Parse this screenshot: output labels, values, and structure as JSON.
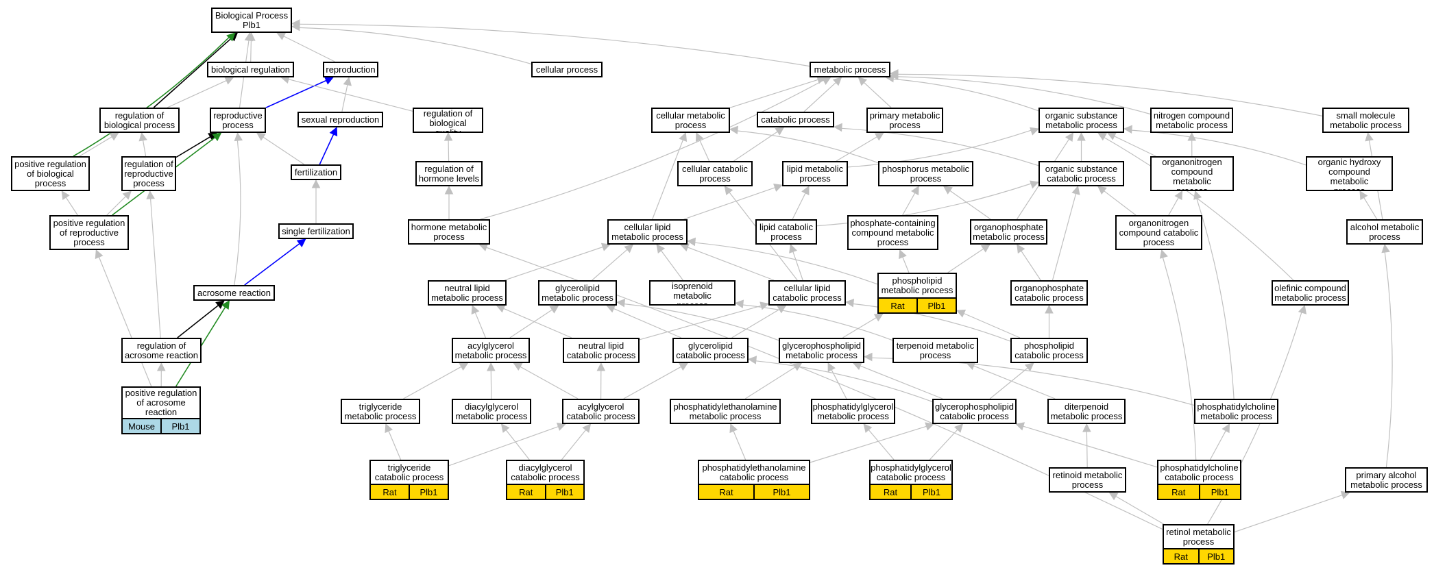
{
  "colors": {
    "edge_default": "#c0c0c0",
    "edge_black": "#000000",
    "edge_blue": "#0000ff",
    "edge_green": "#228b22",
    "badge_rat": "#ffd700",
    "badge_mouse": "#add8e6"
  },
  "nodes": [
    {
      "id": "bp",
      "label": "Biological Process\nPlb1"
    },
    {
      "id": "bioreg",
      "label": "biological regulation"
    },
    {
      "id": "repro",
      "label": "reproduction"
    },
    {
      "id": "cellproc",
      "label": "cellular process"
    },
    {
      "id": "metab",
      "label": "metabolic process"
    },
    {
      "id": "regbio",
      "label": "regulation of\nbiological process"
    },
    {
      "id": "reproproc",
      "label": "reproductive\nprocess"
    },
    {
      "id": "sexrep",
      "label": "sexual reproduction"
    },
    {
      "id": "regbioqual",
      "label": "regulation of\nbiological quality"
    },
    {
      "id": "cellmet",
      "label": "cellular metabolic\nprocess"
    },
    {
      "id": "catab",
      "label": "catabolic process"
    },
    {
      "id": "primmet",
      "label": "primary metabolic\nprocess"
    },
    {
      "id": "orgsubmet",
      "label": "organic substance\nmetabolic process"
    },
    {
      "id": "nitro",
      "label": "nitrogen compound\nmetabolic process"
    },
    {
      "id": "smallmol",
      "label": "small molecule\nmetabolic process"
    },
    {
      "id": "posregbio",
      "label": "positive regulation\nof biological\nprocess"
    },
    {
      "id": "regrepro",
      "label": "regulation of\nreproductive\nprocess"
    },
    {
      "id": "fert",
      "label": "fertilization"
    },
    {
      "id": "reghorm",
      "label": "regulation of\nhormone levels"
    },
    {
      "id": "cellcat",
      "label": "cellular catabolic\nprocess"
    },
    {
      "id": "lipmet",
      "label": "lipid metabolic\nprocess"
    },
    {
      "id": "phosmet",
      "label": "phosphorus metabolic\nprocess"
    },
    {
      "id": "orgsubcat",
      "label": "organic substance\ncatabolic process"
    },
    {
      "id": "organonitro",
      "label": "organonitrogen\ncompound metabolic\nprocess"
    },
    {
      "id": "orghydroxy",
      "label": "organic hydroxy\ncompound metabolic\nprocess"
    },
    {
      "id": "posregrepro",
      "label": "positive regulation\nof reproductive\nprocess"
    },
    {
      "id": "singlefert",
      "label": "single fertilization"
    },
    {
      "id": "hormmet",
      "label": "hormone metabolic\nprocess"
    },
    {
      "id": "celllipmet",
      "label": "cellular lipid\nmetabolic process"
    },
    {
      "id": "lipcat",
      "label": "lipid catabolic\nprocess"
    },
    {
      "id": "phoscont",
      "label": "phosphate-containing\ncompound metabolic\nprocess"
    },
    {
      "id": "orgphosmet",
      "label": "organophosphate\nmetabolic process"
    },
    {
      "id": "organonitrocat",
      "label": "organonitrogen\ncompound catabolic\nprocess"
    },
    {
      "id": "alcmet",
      "label": "alcohol metabolic\nprocess"
    },
    {
      "id": "acrosome",
      "label": "acrosome reaction"
    },
    {
      "id": "neutlipmet",
      "label": "neutral lipid\nmetabolic process"
    },
    {
      "id": "glycmet",
      "label": "glycerolipid\nmetabolic process"
    },
    {
      "id": "isopren",
      "label": "isoprenoid metabolic\nprocess"
    },
    {
      "id": "celllipcat",
      "label": "cellular lipid\ncatabolic process"
    },
    {
      "id": "phospholipmet",
      "label": "phospholipid\nmetabolic process",
      "badges": [
        "Rat",
        "Plb1"
      ],
      "badge_color": "#ffd700"
    },
    {
      "id": "orgphoscat",
      "label": "organophosphate\ncatabolic process"
    },
    {
      "id": "olefinic",
      "label": "olefinic compound\nmetabolic process"
    },
    {
      "id": "regacro",
      "label": "regulation of\nacrosome reaction"
    },
    {
      "id": "acylglycmet",
      "label": "acylglycerol\nmetabolic process"
    },
    {
      "id": "neutlipcat",
      "label": "neutral lipid\ncatabolic process"
    },
    {
      "id": "glyccat",
      "label": "glycerolipid\ncatabolic process"
    },
    {
      "id": "glycphosmet",
      "label": "glycerophospholipid\nmetabolic process"
    },
    {
      "id": "terpen",
      "label": "terpenoid metabolic\nprocess"
    },
    {
      "id": "phospholipcat",
      "label": "phospholipid\ncatabolic process"
    },
    {
      "id": "posregacro",
      "label": "positive regulation\nof acrosome\nreaction",
      "badges": [
        "Mouse",
        "Plb1"
      ],
      "badge_color": "#add8e6"
    },
    {
      "id": "trigmet",
      "label": "triglyceride\nmetabolic process"
    },
    {
      "id": "diacylmet",
      "label": "diacylglycerol\nmetabolic process"
    },
    {
      "id": "acylglyccat",
      "label": "acylglycerol\ncatabolic process"
    },
    {
      "id": "pemet",
      "label": "phosphatidylethanolamine\nmetabolic process"
    },
    {
      "id": "pgmet",
      "label": "phosphatidylglycerol\nmetabolic process"
    },
    {
      "id": "glycphoscat",
      "label": "glycerophospholipid\ncatabolic process"
    },
    {
      "id": "diterp",
      "label": "diterpenoid\nmetabolic process"
    },
    {
      "id": "pcmet",
      "label": "phosphatidylcholine\nmetabolic process"
    },
    {
      "id": "trigcat",
      "label": "triglyceride\ncatabolic process",
      "badges": [
        "Rat",
        "Plb1"
      ],
      "badge_color": "#ffd700"
    },
    {
      "id": "diacylcat",
      "label": "diacylglycerol\ncatabolic process",
      "badges": [
        "Rat",
        "Plb1"
      ],
      "badge_color": "#ffd700"
    },
    {
      "id": "pecat",
      "label": "phosphatidylethanolamine\ncatabolic process",
      "badges": [
        "Rat",
        "Plb1"
      ],
      "badge_color": "#ffd700"
    },
    {
      "id": "pgcat",
      "label": "phosphatidylglycerol\ncatabolic process",
      "badges": [
        "Rat",
        "Plb1"
      ],
      "badge_color": "#ffd700"
    },
    {
      "id": "retinoid",
      "label": "retinoid metabolic\nprocess"
    },
    {
      "id": "pccat",
      "label": "phosphatidylcholine\ncatabolic process",
      "badges": [
        "Rat",
        "Plb1"
      ],
      "badge_color": "#ffd700"
    },
    {
      "id": "primalc",
      "label": "primary alcohol\nmetabolic process"
    },
    {
      "id": "retinol",
      "label": "retinol metabolic\nprocess",
      "badges": [
        "Rat",
        "Plb1"
      ],
      "badge_color": "#ffd700"
    }
  ],
  "edges": [
    {
      "from": "bioreg",
      "to": "bp"
    },
    {
      "from": "repro",
      "to": "bp"
    },
    {
      "from": "cellproc",
      "to": "bp"
    },
    {
      "from": "metab",
      "to": "bp"
    },
    {
      "from": "regbio",
      "to": "bp",
      "color": "black"
    },
    {
      "from": "regbio",
      "to": "bioreg"
    },
    {
      "from": "reproproc",
      "to": "bp"
    },
    {
      "from": "reproproc",
      "to": "repro",
      "color": "blue"
    },
    {
      "from": "sexrep",
      "to": "repro"
    },
    {
      "from": "regbioqual",
      "to": "bioreg"
    },
    {
      "from": "cellmet",
      "to": "metab"
    },
    {
      "from": "catab",
      "to": "metab"
    },
    {
      "from": "primmet",
      "to": "metab"
    },
    {
      "from": "orgsubmet",
      "to": "metab"
    },
    {
      "from": "nitro",
      "to": "metab"
    },
    {
      "from": "smallmol",
      "to": "metab"
    },
    {
      "from": "posregbio",
      "to": "bp",
      "color": "green"
    },
    {
      "from": "posregbio",
      "to": "regbio"
    },
    {
      "from": "regrepro",
      "to": "regbio"
    },
    {
      "from": "regrepro",
      "to": "reproproc",
      "color": "black"
    },
    {
      "from": "fert",
      "to": "reproproc"
    },
    {
      "from": "fert",
      "to": "sexrep",
      "color": "blue"
    },
    {
      "from": "reghorm",
      "to": "regbioqual"
    },
    {
      "from": "cellcat",
      "to": "cellmet"
    },
    {
      "from": "cellcat",
      "to": "catab"
    },
    {
      "from": "lipmet",
      "to": "primmet"
    },
    {
      "from": "lipmet",
      "to": "orgsubmet"
    },
    {
      "from": "phosmet",
      "to": "cellmet"
    },
    {
      "from": "orgsubcat",
      "to": "catab"
    },
    {
      "from": "orgsubcat",
      "to": "orgsubmet"
    },
    {
      "from": "organonitro",
      "to": "orgsubmet"
    },
    {
      "from": "organonitro",
      "to": "nitro"
    },
    {
      "from": "orghydroxy",
      "to": "orgsubmet"
    },
    {
      "from": "posregrepro",
      "to": "posregbio"
    },
    {
      "from": "posregrepro",
      "to": "regrepro"
    },
    {
      "from": "posregrepro",
      "to": "reproproc",
      "color": "green"
    },
    {
      "from": "singlefert",
      "to": "fert"
    },
    {
      "from": "hormmet",
      "to": "reghorm"
    },
    {
      "from": "hormmet",
      "to": "metab"
    },
    {
      "from": "celllipmet",
      "to": "cellmet"
    },
    {
      "from": "celllipmet",
      "to": "lipmet"
    },
    {
      "from": "lipcat",
      "to": "lipmet"
    },
    {
      "from": "lipcat",
      "to": "orgsubcat"
    },
    {
      "from": "phoscont",
      "to": "phosmet"
    },
    {
      "from": "orgphosmet",
      "to": "phosmet"
    },
    {
      "from": "orgphosmet",
      "to": "orgsubmet"
    },
    {
      "from": "organonitrocat",
      "to": "orgsubcat"
    },
    {
      "from": "organonitrocat",
      "to": "organonitro"
    },
    {
      "from": "alcmet",
      "to": "orghydroxy"
    },
    {
      "from": "alcmet",
      "to": "smallmol"
    },
    {
      "from": "acrosome",
      "to": "reproproc"
    },
    {
      "from": "acrosome",
      "to": "singlefert",
      "color": "blue"
    },
    {
      "from": "neutlipmet",
      "to": "celllipmet"
    },
    {
      "from": "glycmet",
      "to": "celllipmet"
    },
    {
      "from": "isopren",
      "to": "celllipmet"
    },
    {
      "from": "celllipcat",
      "to": "celllipmet"
    },
    {
      "from": "celllipcat",
      "to": "lipcat"
    },
    {
      "from": "celllipcat",
      "to": "cellcat"
    },
    {
      "from": "phospholipmet",
      "to": "celllipmet"
    },
    {
      "from": "phospholipmet",
      "to": "phoscont"
    },
    {
      "from": "phospholipmet",
      "to": "orgphosmet"
    },
    {
      "from": "orgphoscat",
      "to": "orgphosmet"
    },
    {
      "from": "orgphoscat",
      "to": "orgsubcat"
    },
    {
      "from": "olefinic",
      "to": "orgsubmet"
    },
    {
      "from": "regacro",
      "to": "regrepro"
    },
    {
      "from": "regacro",
      "to": "acrosome",
      "color": "black"
    },
    {
      "from": "acylglycmet",
      "to": "neutlipmet"
    },
    {
      "from": "acylglycmet",
      "to": "glycmet"
    },
    {
      "from": "neutlipcat",
      "to": "neutlipmet"
    },
    {
      "from": "neutlipcat",
      "to": "celllipcat"
    },
    {
      "from": "glyccat",
      "to": "glycmet"
    },
    {
      "from": "glyccat",
      "to": "celllipcat"
    },
    {
      "from": "glycphosmet",
      "to": "glycmet"
    },
    {
      "from": "glycphosmet",
      "to": "phospholipmet"
    },
    {
      "from": "terpen",
      "to": "isopren"
    },
    {
      "from": "phospholipcat",
      "to": "phospholipmet"
    },
    {
      "from": "phospholipcat",
      "to": "celllipcat"
    },
    {
      "from": "phospholipcat",
      "to": "orgphoscat"
    },
    {
      "from": "posregacro",
      "to": "posregrepro"
    },
    {
      "from": "posregacro",
      "to": "regacro"
    },
    {
      "from": "posregacro",
      "to": "acrosome",
      "color": "green"
    },
    {
      "from": "trigmet",
      "to": "acylglycmet"
    },
    {
      "from": "diacylmet",
      "to": "acylglycmet"
    },
    {
      "from": "acylglyccat",
      "to": "acylglycmet"
    },
    {
      "from": "acylglyccat",
      "to": "neutlipcat"
    },
    {
      "from": "acylglyccat",
      "to": "glyccat"
    },
    {
      "from": "pemet",
      "to": "glycphosmet"
    },
    {
      "from": "pgmet",
      "to": "glycphosmet"
    },
    {
      "from": "glycphoscat",
      "to": "glycphosmet"
    },
    {
      "from": "glycphoscat",
      "to": "phospholipcat"
    },
    {
      "from": "glycphoscat",
      "to": "glyccat"
    },
    {
      "from": "diterp",
      "to": "terpen"
    },
    {
      "from": "pcmet",
      "to": "glycphosmet"
    },
    {
      "from": "pcmet",
      "to": "organonitro"
    },
    {
      "from": "trigcat",
      "to": "trigmet"
    },
    {
      "from": "trigcat",
      "to": "acylglyccat"
    },
    {
      "from": "diacylcat",
      "to": "diacylmet"
    },
    {
      "from": "diacylcat",
      "to": "acylglyccat"
    },
    {
      "from": "pecat",
      "to": "pemet"
    },
    {
      "from": "pecat",
      "to": "glycphoscat"
    },
    {
      "from": "pgcat",
      "to": "pgmet"
    },
    {
      "from": "pgcat",
      "to": "glycphoscat"
    },
    {
      "from": "retinoid",
      "to": "diterp"
    },
    {
      "from": "pccat",
      "to": "pcmet"
    },
    {
      "from": "pccat",
      "to": "glycphoscat"
    },
    {
      "from": "pccat",
      "to": "organonitrocat"
    },
    {
      "from": "primalc",
      "to": "alcmet"
    },
    {
      "from": "retinol",
      "to": "retinoid"
    },
    {
      "from": "retinol",
      "to": "primalc"
    },
    {
      "from": "retinol",
      "to": "olefinic"
    },
    {
      "from": "retinol",
      "to": "hormmet"
    }
  ]
}
